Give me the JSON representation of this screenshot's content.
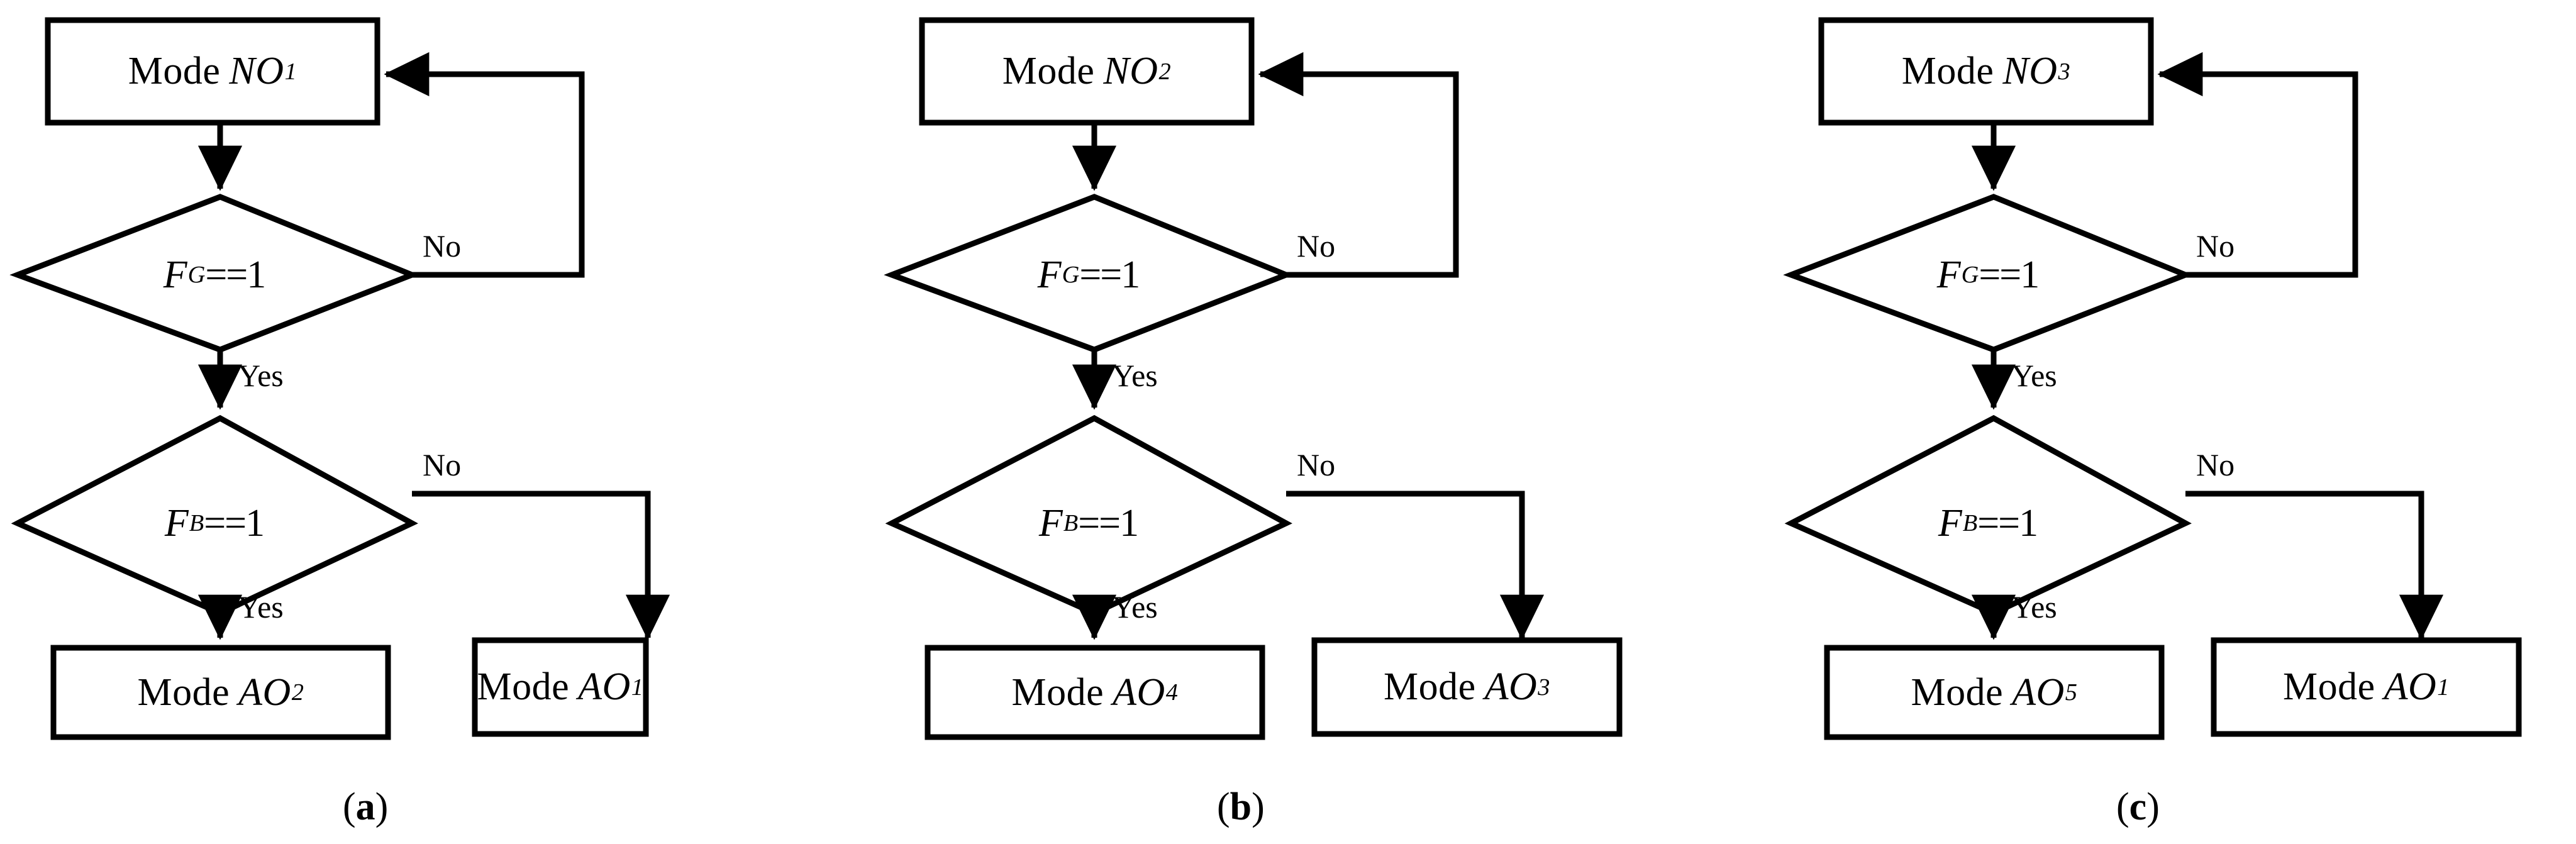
{
  "figure": {
    "type": "flowchart",
    "background_color": "#ffffff",
    "stroke_color": "#000000",
    "panel_count": 3
  },
  "panels": [
    {
      "caption_open": "(",
      "caption_letter": "a",
      "caption_close": ")",
      "start_node": {
        "prefix": "Mode ",
        "symbol": "NO",
        "subscript": "1"
      },
      "decision_1": {
        "variable": "F",
        "subscript": "G",
        "operator": "==",
        "value": "1"
      },
      "decision_2": {
        "variable": "F",
        "subscript": "B",
        "operator": "==",
        "value": "1"
      },
      "edge_no_1": "No",
      "edge_yes_1": "Yes",
      "edge_no_2": "No",
      "edge_yes_2": "Yes",
      "result_yes": {
        "prefix": "Mode ",
        "symbol": "AO",
        "subscript": "2"
      },
      "result_no": {
        "prefix": "Mode ",
        "symbol": "AO",
        "subscript": "1"
      }
    },
    {
      "caption_open": "(",
      "caption_letter": "b",
      "caption_close": ")",
      "start_node": {
        "prefix": "Mode ",
        "symbol": "NO",
        "subscript": "2"
      },
      "decision_1": {
        "variable": "F",
        "subscript": "G",
        "operator": "==",
        "value": "1"
      },
      "decision_2": {
        "variable": "F",
        "subscript": "B",
        "operator": "==",
        "value": "1"
      },
      "edge_no_1": "No",
      "edge_yes_1": "Yes",
      "edge_no_2": "No",
      "edge_yes_2": "Yes",
      "result_yes": {
        "prefix": "Mode ",
        "symbol": "AO",
        "subscript": "4"
      },
      "result_no": {
        "prefix": "Mode ",
        "symbol": "AO",
        "subscript": "3"
      }
    },
    {
      "caption_open": "(",
      "caption_letter": "c",
      "caption_close": ")",
      "start_node": {
        "prefix": "Mode ",
        "symbol": "NO",
        "subscript": "3"
      },
      "decision_1": {
        "variable": "F",
        "subscript": "G",
        "operator": "==",
        "value": "1"
      },
      "decision_2": {
        "variable": "F",
        "subscript": "B",
        "operator": "==",
        "value": "1"
      },
      "edge_no_1": "No",
      "edge_yes_1": "Yes",
      "edge_no_2": "No",
      "edge_yes_2": "Yes",
      "result_yes": {
        "prefix": "Mode ",
        "symbol": "AO",
        "subscript": "5"
      },
      "result_no": {
        "prefix": "Mode ",
        "symbol": "AO",
        "subscript": "1"
      }
    }
  ]
}
